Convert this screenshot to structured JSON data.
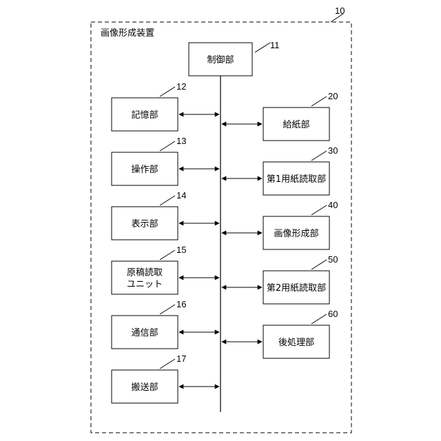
{
  "apparatus": {
    "title": "画像形成装置",
    "ref": "10"
  },
  "controller": {
    "label": "制御部",
    "ref": "11"
  },
  "left_units": [
    {
      "lines": [
        "記憶部"
      ],
      "ref": "12"
    },
    {
      "lines": [
        "操作部"
      ],
      "ref": "13"
    },
    {
      "lines": [
        "表示部"
      ],
      "ref": "14"
    },
    {
      "lines": [
        "原稿読取",
        "ユニット"
      ],
      "ref": "15"
    },
    {
      "lines": [
        "通信部"
      ],
      "ref": "16"
    },
    {
      "lines": [
        "搬送部"
      ],
      "ref": "17"
    }
  ],
  "right_units": [
    {
      "lines": [
        "給紙部"
      ],
      "ref": "20"
    },
    {
      "lines": [
        "第1用紙読取部"
      ],
      "ref": "30"
    },
    {
      "lines": [
        "画像形成部"
      ],
      "ref": "40"
    },
    {
      "lines": [
        "第2用紙読取部"
      ],
      "ref": "50"
    },
    {
      "lines": [
        "後処理部"
      ],
      "ref": "60"
    }
  ]
}
